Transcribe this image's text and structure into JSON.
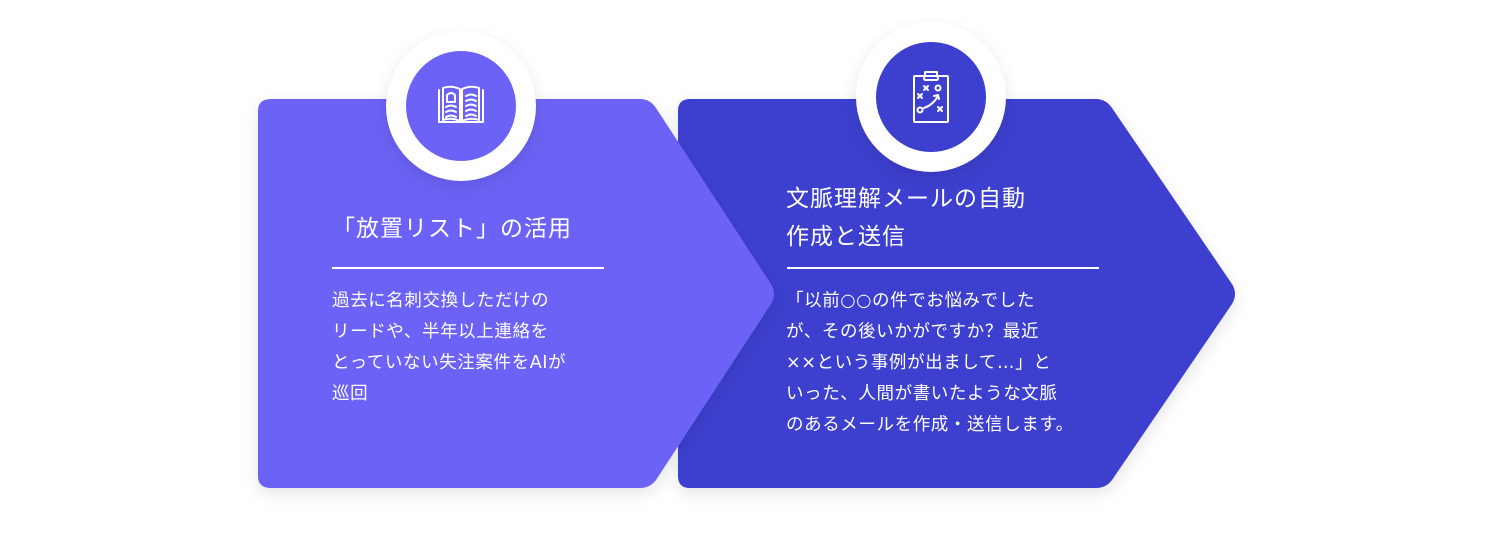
{
  "colors": {
    "step1": "#6C63F6",
    "step2": "#3D3FCF",
    "background": "#ffffff",
    "text": "#ffffff"
  },
  "steps": [
    {
      "icon": "open-book-icon",
      "title": "「放置リスト」の活用",
      "body": "過去に名刺交換しただけの\nリードや、半年以上連絡を\nとっていない失注案件をAIが\n巡回"
    },
    {
      "icon": "strategy-clipboard-icon",
      "title_lines": [
        "文脈理解メールの自動",
        "作成と送信"
      ],
      "body": "「以前○○の件でお悩みでした\nが、その後いかがですか？最近\n××という事例が出まして…」と\nいった、人間が書いたような文脈\nのあるメールを作成・送信します。"
    }
  ]
}
